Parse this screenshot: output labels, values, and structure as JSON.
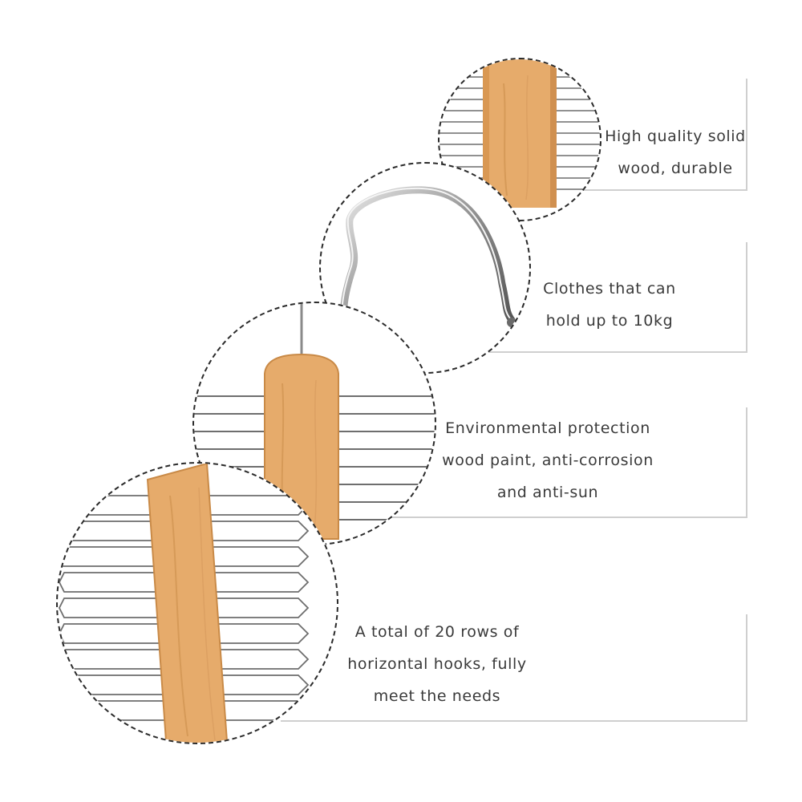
{
  "features": [
    {
      "id": "wood",
      "lines": [
        "High quality solid",
        "wood, durable"
      ],
      "icon": "wood-bar-closeup"
    },
    {
      "id": "hook",
      "lines": [
        "Clothes that can",
        "hold up to 10kg"
      ],
      "icon": "metal-hook-closeup"
    },
    {
      "id": "paint",
      "lines": [
        "Environmental protection",
        "wood paint, anti-corrosion",
        "and anti-sun"
      ],
      "icon": "wood-block-closeup"
    },
    {
      "id": "rows",
      "lines": [
        "A total of 20 rows of",
        "horizontal hooks, fully",
        "meet the needs"
      ],
      "icon": "wire-rows-closeup"
    }
  ],
  "colors": {
    "wood": "#e6ab6b",
    "wood_dark": "#c98a47",
    "wire": "#6d6d6d",
    "panel_border": "#cfcfcf",
    "text": "#3a3a3a"
  }
}
